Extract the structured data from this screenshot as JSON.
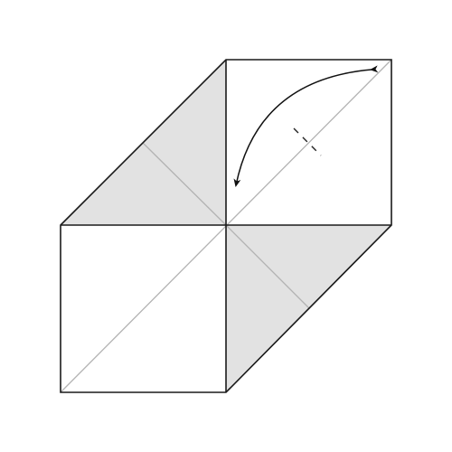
{
  "diagram": {
    "kind": "origami-fold-step",
    "colors": {
      "paper_front": "#ffffff",
      "paper_back": "#e2e2e2",
      "outline": "#1a1a1a",
      "crease": "#b3b3b3",
      "arrow": "#111111",
      "fold_mark": "#222222"
    },
    "instruction": {
      "arrow": "curved-double-arrow",
      "fold_symbol": "dashed-fold-indicator"
    }
  }
}
